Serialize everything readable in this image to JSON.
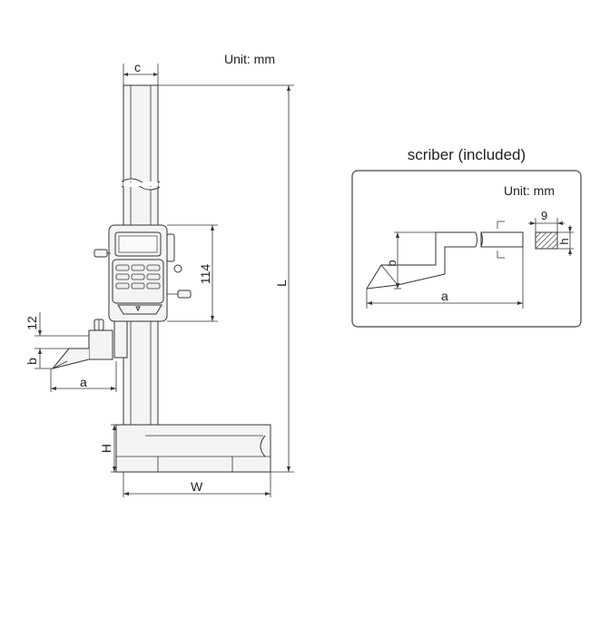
{
  "main_drawing": {
    "unit_label": "Unit: mm",
    "dims": {
      "c": "c",
      "L": "L",
      "d114": "114",
      "d12": "12",
      "b": "b",
      "a": "a",
      "H": "H",
      "W": "W"
    }
  },
  "scriber": {
    "title": "scriber (included)",
    "unit_label": "Unit: mm",
    "dims": {
      "b": "b",
      "a": "a",
      "d9": "9",
      "h": "h"
    }
  }
}
